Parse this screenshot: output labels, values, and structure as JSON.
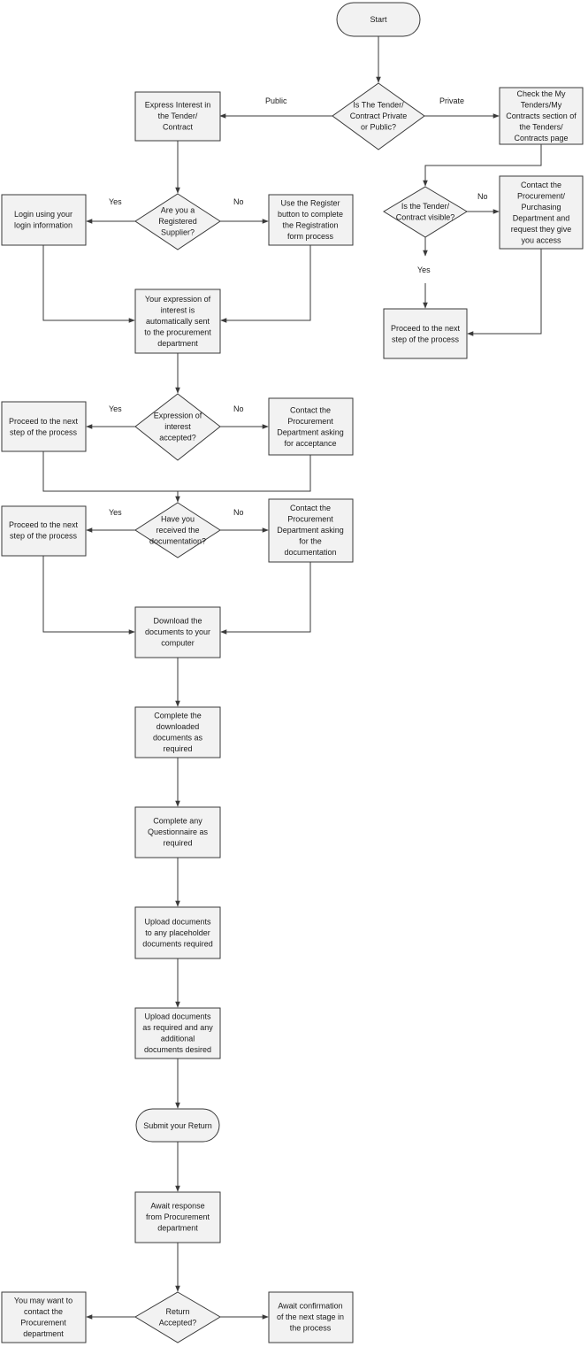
{
  "nodes": {
    "start": [
      "Start"
    ],
    "q_private_public": [
      "Is The Tender/",
      "Contract Private",
      "or Public?"
    ],
    "express_interest": [
      "Express Interest in",
      "the Tender/",
      "Contract"
    ],
    "check_my_tenders": [
      "Check the My",
      "Tenders/My",
      "Contracts section of",
      "the Tenders/",
      "Contracts page"
    ],
    "q_registered": [
      "Are you a",
      "Registered",
      "Supplier?"
    ],
    "login": [
      "Login using your",
      "login information"
    ],
    "use_register": [
      "Use the Register",
      "button to complete",
      "the Registration",
      "form process"
    ],
    "q_visible": [
      "Is the Tender/",
      "Contract visible?"
    ],
    "contact_purchasing": [
      "Contact the",
      "Procurement/",
      "Purchasing",
      "Department and",
      "request they give",
      "you access"
    ],
    "proceed_private": [
      "Proceed to the next",
      "step of the process"
    ],
    "interest_sent": [
      "Your expression of",
      "interest is",
      "automatically sent",
      "to the procurement",
      "department"
    ],
    "q_interest_accepted": [
      "Expression of",
      "interest",
      "accepted?"
    ],
    "proceed_accepted": [
      "Proceed to the next",
      "step of the process"
    ],
    "contact_acceptance": [
      "Contact the",
      "Procurement",
      "Department asking",
      "for acceptance"
    ],
    "q_received_docs": [
      "Have you",
      "received the",
      "documentation?"
    ],
    "proceed_docs": [
      "Proceed to the next",
      "step of the process"
    ],
    "contact_docs": [
      "Contact the",
      "Procurement",
      "Department asking",
      "for the",
      "documentation"
    ],
    "download_docs": [
      "Download the",
      "documents to your",
      "computer"
    ],
    "complete_docs": [
      "Complete the",
      "downloaded",
      "documents as",
      "required"
    ],
    "complete_questionnaire": [
      "Complete any",
      "Questionnaire as",
      "required"
    ],
    "upload_placeholder": [
      "Upload documents",
      "to any placeholder",
      "documents required"
    ],
    "upload_additional": [
      "Upload documents",
      "as required and any",
      "additional",
      "documents desired"
    ],
    "submit_return": [
      "Submit your Return"
    ],
    "await_response": [
      "Await response",
      "from Procurement",
      "department"
    ],
    "q_return_accepted": [
      "Return",
      "Accepted?"
    ],
    "may_contact": [
      "You may want to",
      "contact the",
      "Procurement",
      "department"
    ],
    "await_confirmation": [
      "Await confirmation",
      "of the next stage in",
      "the process"
    ]
  },
  "edge_labels": {
    "public": "Public",
    "private": "Private",
    "registered_yes": "Yes",
    "registered_no": "No",
    "visible_no": "No",
    "visible_yes": "Yes",
    "interest_yes": "Yes",
    "interest_no": "No",
    "docs_yes": "Yes",
    "docs_no": "No"
  }
}
